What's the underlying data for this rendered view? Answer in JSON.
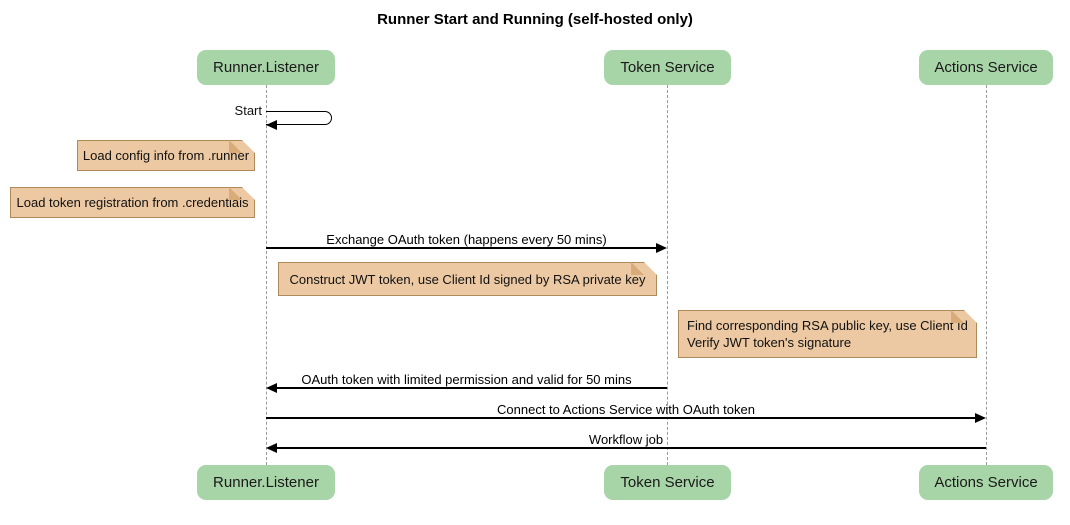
{
  "title": "Runner Start and Running (self-hosted only)",
  "participants": [
    {
      "name": "Runner.Listener"
    },
    {
      "name": "Token Service"
    },
    {
      "name": "Actions Service"
    }
  ],
  "messages": {
    "start": "Start",
    "exchange": "Exchange OAuth token (happens every 50 mins)",
    "oauth_return": "OAuth token with limited permission and valid for 50 mins",
    "connect": "Connect to Actions Service with OAuth token",
    "workflow": "Workflow job"
  },
  "notes": {
    "load_config": "Load config info from .runner",
    "load_credentials": "Load token registration from .credentials",
    "construct_jwt": "Construct JWT token, use Client Id signed by RSA private key",
    "find_rsa": {
      "lines": [
        "Find corresponding RSA public key, use Client Id",
        "Verify JWT token's signature"
      ]
    }
  },
  "colors": {
    "participant_fill": "#a8d5a8",
    "note_fill": "#ecc9a3",
    "note_border": "#ae8a5a",
    "lifeline": "#9a9a9a",
    "arrow": "#000000"
  }
}
